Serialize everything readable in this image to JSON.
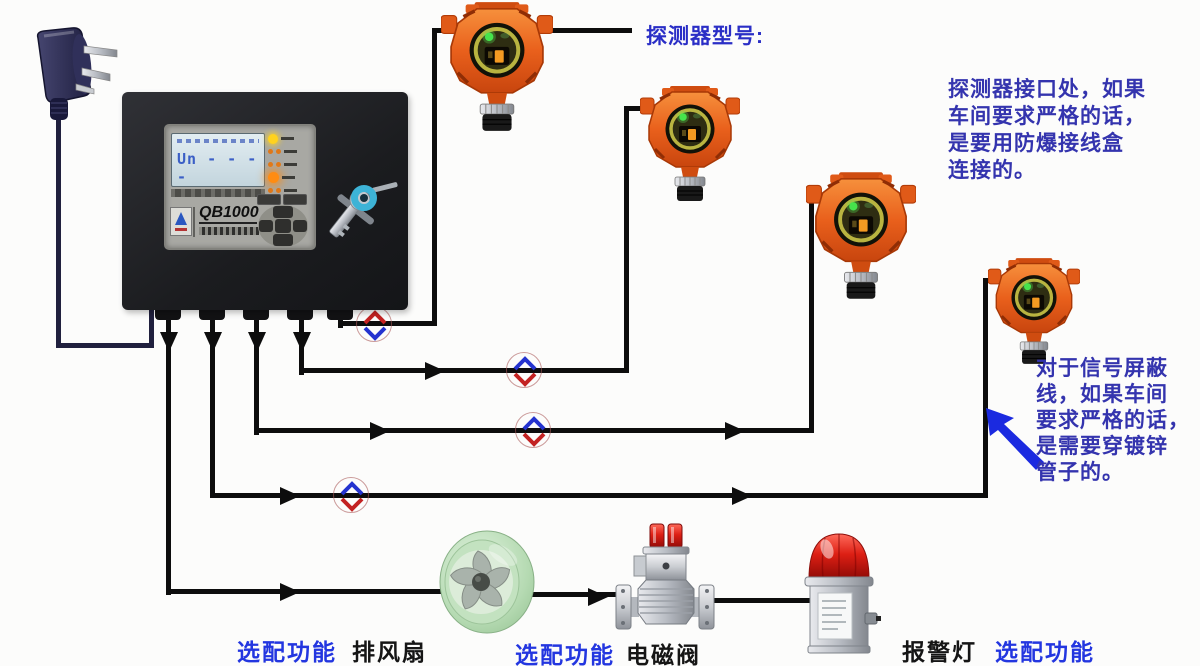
{
  "colors": {
    "wire": "#0d0d0d",
    "power_cable": "#20203e",
    "annotation_text": "#3434ae",
    "optional_label_blue": "#2336e0",
    "device_label_black": "#151515",
    "detector_body_orange": "#e9601c",
    "junction_red": "#c32222",
    "junction_blue": "#2433cf",
    "fan_body_green": "#b5dab2",
    "alarm_dome_red": "#dd1f14",
    "valve_cap_red": "#dd1f14",
    "panel_box": "#222327",
    "led_yellow": "#ffd21e",
    "led_orange": "#ff8c12"
  },
  "controller": {
    "model": "QB1000",
    "lcd_reading": "Un - - - -"
  },
  "annotations": {
    "detector_model_label": "探测器型号:",
    "interface_note": "探测器接口处，如果\n车间要求严格的话，\n是要用防爆接线盒\n连接的。",
    "shield_note": "对于信号屏蔽\n线，如果车间\n要求严格的话，\n是需要穿镀锌\n管子的。"
  },
  "footer": {
    "optional_fan": "选配功能",
    "fan": "排风扇",
    "optional_valve": "选配功能",
    "valve": "电磁阀",
    "alarm": "报警灯",
    "optional_alarm": "选配功能"
  }
}
